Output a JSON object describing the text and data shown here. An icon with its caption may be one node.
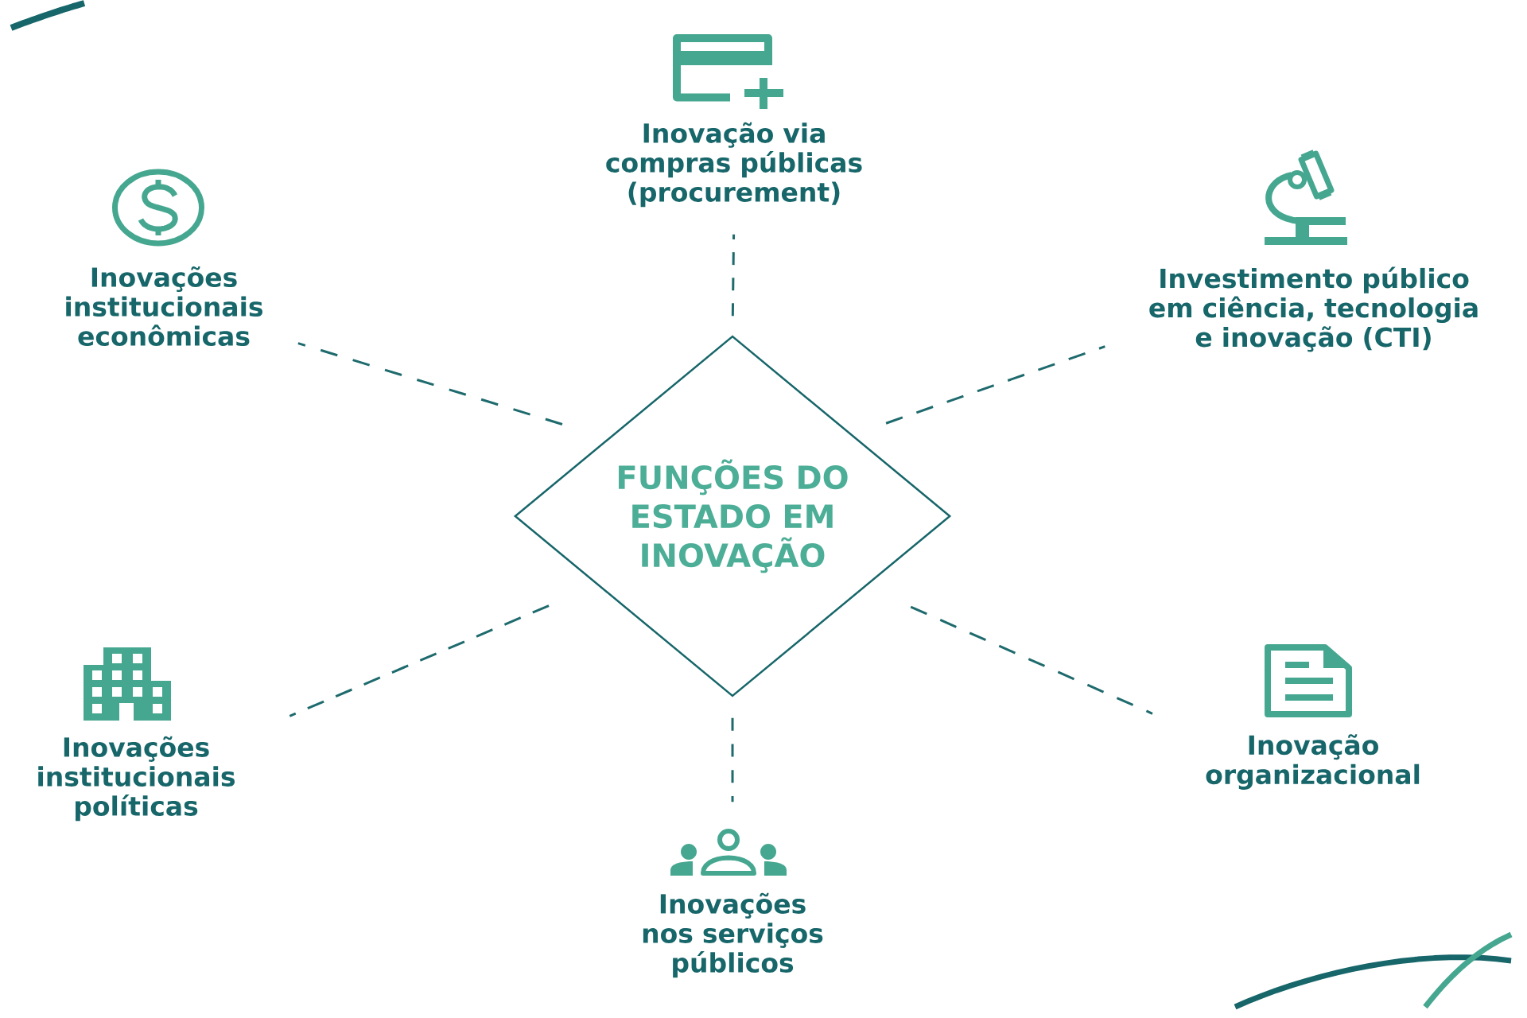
{
  "diagram": {
    "nodes": [
      {
        "text": [
          "Inovação via compras públicas (procurement)"
        ]
      },
      {
        "text": [
          "Inovações institucionais econômicas"
        ]
      },
      {
        "text": [
          "Investimento público em ciência, tecnologia e inovação (CTI)"
        ]
      },
      {
        "text": [
          "FUNÇÕES DO ESTADO EM INOVAÇÃO"
        ]
      },
      {
        "text": [
          "Inovações institucionais políticas"
        ]
      },
      {
        "text": [
          "Inovação organizacional"
        ]
      },
      {
        "text": [
          "Inovações nos serviços públicos"
        ]
      }
    ],
    "edges": [
      {
        "from": 3,
        "to": 0,
        "arrow": "none",
        "style": "dashed"
      },
      {
        "from": 3,
        "to": 1,
        "arrow": "none",
        "style": "dashed"
      },
      {
        "from": 3,
        "to": 2,
        "arrow": "none",
        "style": "dashed"
      },
      {
        "from": 3,
        "to": 4,
        "arrow": "none",
        "style": "dashed"
      },
      {
        "from": 3,
        "to": 5,
        "arrow": "none",
        "style": "dashed"
      },
      {
        "from": 3,
        "to": 6,
        "arrow": "none",
        "style": "dashed"
      }
    ]
  }
}
